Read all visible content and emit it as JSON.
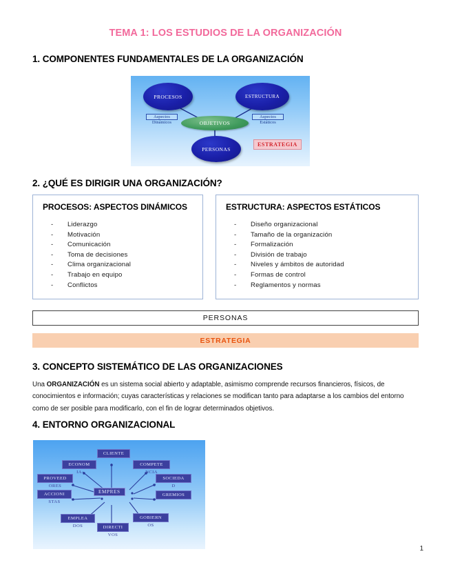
{
  "document": {
    "title": "TEMA 1: LOS ESTUDIOS DE LA ORGANIZACIÓN",
    "title_color": "#F2699B",
    "page_number": "1"
  },
  "sections": {
    "s1": {
      "heading": "1. COMPONENTES FUNDAMENTALES DE LA ORGANIZACIÓN"
    },
    "s2": {
      "heading": "2. ¿QUÉ ES DIRIGIR UNA ORGANIZACIÓN?"
    },
    "s3": {
      "heading": "3. CONCEPTO SISTEMÁTICO DE LAS ORGANIZACIONES",
      "paragraph_pre": "Una ",
      "paragraph_bold": "ORGANIZACIÓN",
      "paragraph_post": " es un sistema social abierto y adaptable, asimismo comprende recursos financieros, físicos, de conocimientos e información; cuyas características y relaciones se modifican tanto para adaptarse a los cambios del entorno como de ser posible para modificarlo, con el fin de lograr determinados objetivos."
    },
    "s4": {
      "heading": "4. ENTORNO ORGANIZACIONAL"
    }
  },
  "diagram1": {
    "nodes": {
      "procesos": "PROCESOS",
      "estructura": "ESTRUCTURA",
      "personas": "PERSONAS",
      "objetivos": "OBJETIVOS"
    },
    "aspect_left_line1": "Aspectos",
    "aspect_left_line2": "Dinámicos",
    "aspect_right_line1": "Aspectos",
    "aspect_right_line2": "Estáticos",
    "estrategia": "ESTRATEGIA",
    "colors": {
      "node": "#1a1fa8",
      "objetivos": "#3f9a5c",
      "estrategia_text": "#d3222a",
      "estrategia_bg": "#f5c9cf"
    }
  },
  "box_procesos": {
    "title": "PROCESOS: ASPECTOS DINÁMICOS",
    "items": [
      "Liderazgo",
      "Motivación",
      "Comunicación",
      "Toma de decisiones",
      "Clima organizacional",
      "Trabajo en equipo",
      "Conflictos"
    ],
    "bullet": "-"
  },
  "box_estructura": {
    "title": "ESTRUCTURA: ASPECTOS ESTÁTICOS",
    "items": [
      "Diseño organizacional",
      "Tamaño de la organización",
      "Formalización",
      "División de trabajo",
      "Niveles y ámbitos de autoridad",
      "Formas de control",
      "Reglamentos y normas"
    ],
    "bullet": "-"
  },
  "bars": {
    "personas": "PERSONAS",
    "estrategia": "ESTRATEGIA",
    "estrategia_bg": "#f9cfb0",
    "estrategia_color": "#e8530e"
  },
  "diagram2": {
    "center": "EMPRES",
    "labels": [
      {
        "chip": "CLIENTE",
        "tail": ""
      },
      {
        "chip": "ECONOM",
        "tail": "IA"
      },
      {
        "chip": "COMPETE",
        "tail": "NCIA"
      },
      {
        "chip": "PROVEED",
        "tail": "ORES"
      },
      {
        "chip": "SOCIEDA",
        "tail": "D"
      },
      {
        "chip": "ACCIONI",
        "tail": "STAS"
      },
      {
        "chip": "GREMIOS",
        "tail": ""
      },
      {
        "chip": "EMPLEA",
        "tail": "DOS"
      },
      {
        "chip": "DIRECTI",
        "tail": "VOS"
      },
      {
        "chip": "GOBIERN",
        "tail": "OS"
      }
    ],
    "colors": {
      "chip_bg": "#3c3f9e",
      "bg_top": "#4da3f0",
      "bg_bottom": "#e9f4fe"
    }
  }
}
